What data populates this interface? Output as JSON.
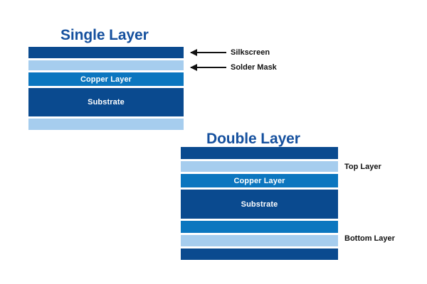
{
  "colors": {
    "background": "#ffffff",
    "title_blue": "#15509e",
    "dark_navy": "#0a4a8f",
    "silkscreen_navy": "#0a4a8f",
    "light_blue": "#a6cdee",
    "medium_blue": "#0b76bf",
    "annotation_black": "#111111",
    "label_white": "#ffffff"
  },
  "single_layer": {
    "title": "Single Layer",
    "layers": [
      {
        "name": "silkscreen",
        "label": "",
        "color": "#0a4a8f",
        "height": 16
      },
      {
        "name": "solder-mask",
        "label": "",
        "color": "#a6cdee",
        "height": 14
      },
      {
        "name": "copper-layer",
        "label": "Copper Layer",
        "color": "#0b76bf",
        "height": 19
      },
      {
        "name": "substrate",
        "label": "Substrate",
        "color": "#0a4a8f",
        "height": 40
      },
      {
        "name": "bottom-solder-mask",
        "label": "",
        "color": "#a6cdee",
        "height": 16
      }
    ]
  },
  "double_layer": {
    "title": "Double Layer",
    "layers": [
      {
        "name": "top-silkscreen",
        "label": "",
        "color": "#0a4a8f",
        "height": 17
      },
      {
        "name": "top-solder-mask",
        "label": "",
        "color": "#a6cdee",
        "height": 15
      },
      {
        "name": "top-copper-layer",
        "label": "Copper Layer",
        "color": "#0b76bf",
        "height": 19
      },
      {
        "name": "substrate",
        "label": "Substrate",
        "color": "#0a4a8f",
        "height": 41
      },
      {
        "name": "bottom-copper-layer",
        "label": "",
        "color": "#0b76bf",
        "height": 17
      },
      {
        "name": "bottom-solder-mask",
        "label": "",
        "color": "#a6cdee",
        "height": 16
      },
      {
        "name": "bottom-silkscreen",
        "label": "",
        "color": "#0a4a8f",
        "height": 16
      }
    ],
    "side_labels": {
      "top": "Top Layer",
      "bottom": "Bottom Layer"
    }
  },
  "annotations": [
    {
      "name": "silkscreen",
      "label": "Silkscreen"
    },
    {
      "name": "solder-mask",
      "label": "Solder Mask"
    }
  ]
}
